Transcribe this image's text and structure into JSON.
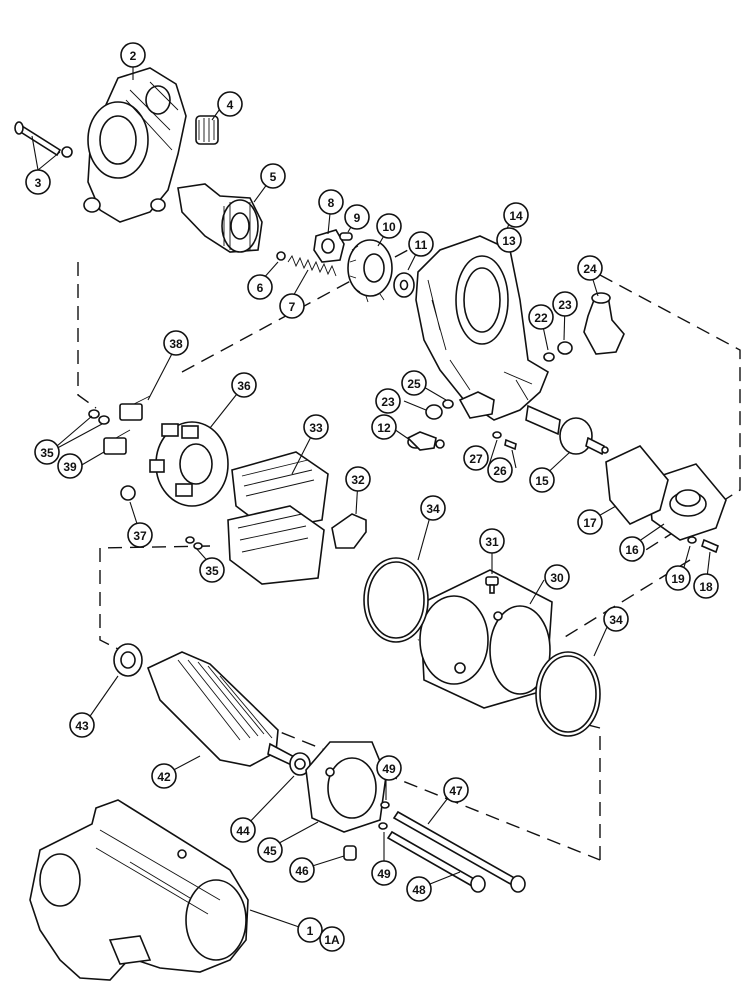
{
  "figure": {
    "callouts": [
      "1",
      "1A",
      "2",
      "3",
      "4",
      "5",
      "6",
      "7",
      "8",
      "9",
      "10",
      "11",
      "12",
      "13",
      "14",
      "15",
      "16",
      "17",
      "18",
      "19",
      "22",
      "23",
      "23",
      "24",
      "25",
      "26",
      "27",
      "30",
      "31",
      "32",
      "33",
      "34",
      "34",
      "35",
      "35",
      "36",
      "37",
      "38",
      "39",
      "42",
      "43",
      "44",
      "45",
      "46",
      "47",
      "48",
      "49",
      "49"
    ]
  }
}
